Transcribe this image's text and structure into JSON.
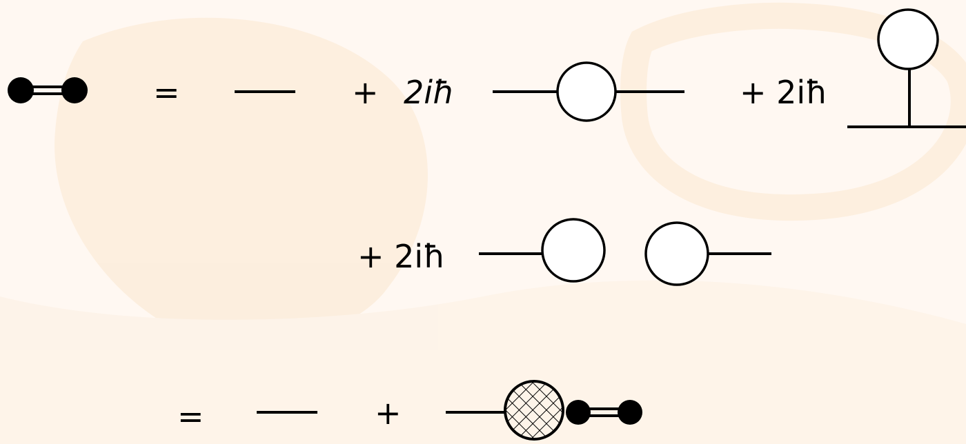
{
  "colors": {
    "ink": "#000000",
    "background": "#fff8f2",
    "watermark": "#fbe7cf"
  },
  "equation": {
    "row1": {
      "equals": "=",
      "plus_1": "+",
      "coef_1": "2iħ",
      "plus_2": "+ 2iħ"
    },
    "row2": {
      "plus_coef": "+ 2iħ"
    },
    "row3": {
      "equals": "=",
      "plus": "+"
    }
  },
  "watermark": {
    "icon": "lion-logo-watermark"
  }
}
